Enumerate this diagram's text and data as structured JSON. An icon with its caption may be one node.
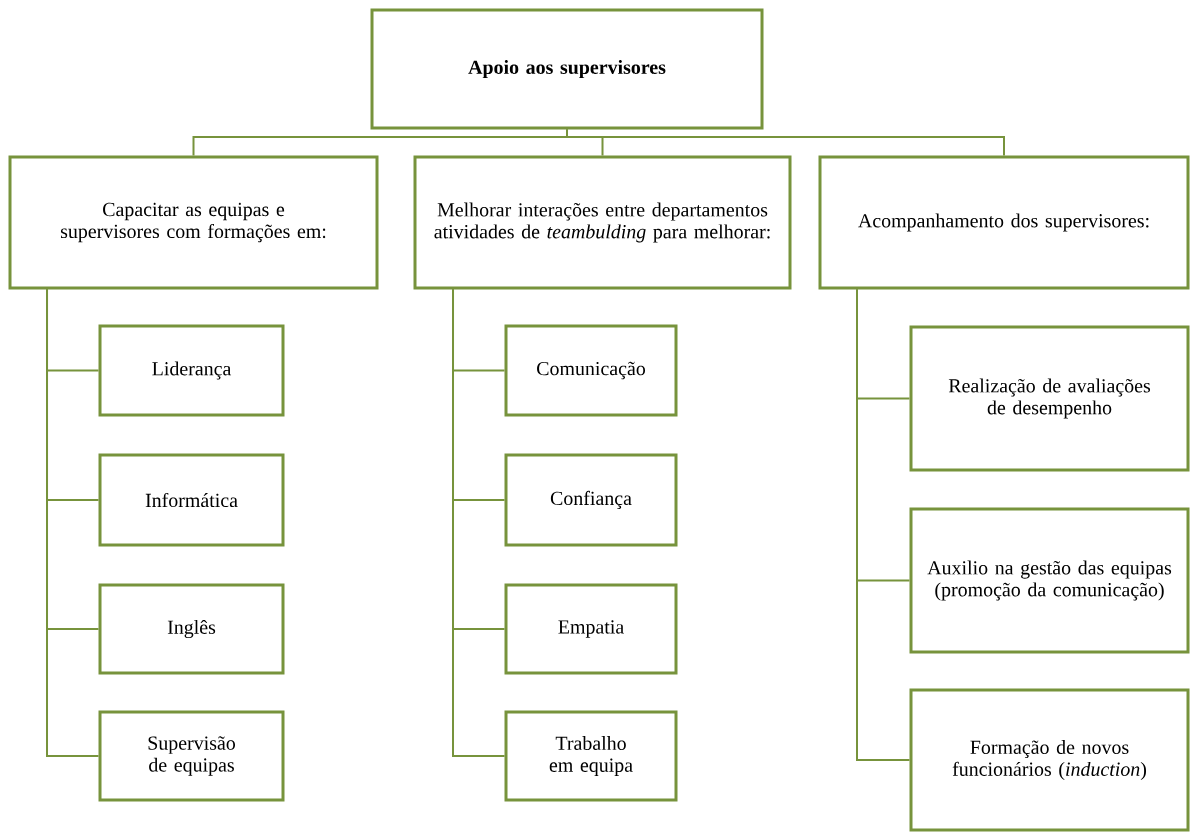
{
  "diagram": {
    "nodes": [
      {
        "text": [
          "Apoio aos supervisores"
        ]
      },
      {
        "text": [
          "Capacitar as equipas e supervisores com formações em:"
        ]
      },
      {
        "text": [
          "Melhorar interações entre departamentos atividades de *teambulding* para melhorar:"
        ]
      },
      {
        "text": [
          "Acompanhamento dos supervisores:"
        ]
      },
      {
        "text": [
          "Liderança"
        ]
      },
      {
        "text": [
          "Informática"
        ]
      },
      {
        "text": [
          "Inglês"
        ]
      },
      {
        "text": [
          "Supervisão de equipas"
        ]
      },
      {
        "text": [
          "Comunicação"
        ]
      },
      {
        "text": [
          "Confiança"
        ]
      },
      {
        "text": [
          "Empatia"
        ]
      },
      {
        "text": [
          "Trabalho em equipa"
        ]
      },
      {
        "text": [
          "Realização de avaliações de desempenho"
        ]
      },
      {
        "text": [
          "Auxilio na gestão das equipas (promoção da comunicação)"
        ]
      },
      {
        "text": [
          "Formação de novos funcionários (*induction*)"
        ]
      }
    ],
    "edges": [
      {
        "from": 0,
        "to": 1,
        "arrow": "none"
      },
      {
        "from": 0,
        "to": 2,
        "arrow": "none"
      },
      {
        "from": 0,
        "to": 3,
        "arrow": "none"
      },
      {
        "from": 1,
        "to": 4,
        "arrow": "none"
      },
      {
        "from": 1,
        "to": 5,
        "arrow": "none"
      },
      {
        "from": 1,
        "to": 6,
        "arrow": "none"
      },
      {
        "from": 1,
        "to": 7,
        "arrow": "none"
      },
      {
        "from": 2,
        "to": 8,
        "arrow": "none"
      },
      {
        "from": 2,
        "to": 9,
        "arrow": "none"
      },
      {
        "from": 2,
        "to": 10,
        "arrow": "none"
      },
      {
        "from": 2,
        "to": 11,
        "arrow": "none"
      },
      {
        "from": 3,
        "to": 12,
        "arrow": "none"
      },
      {
        "from": 3,
        "to": 13,
        "arrow": "none"
      },
      {
        "from": 3,
        "to": 14,
        "arrow": "none"
      }
    ]
  }
}
